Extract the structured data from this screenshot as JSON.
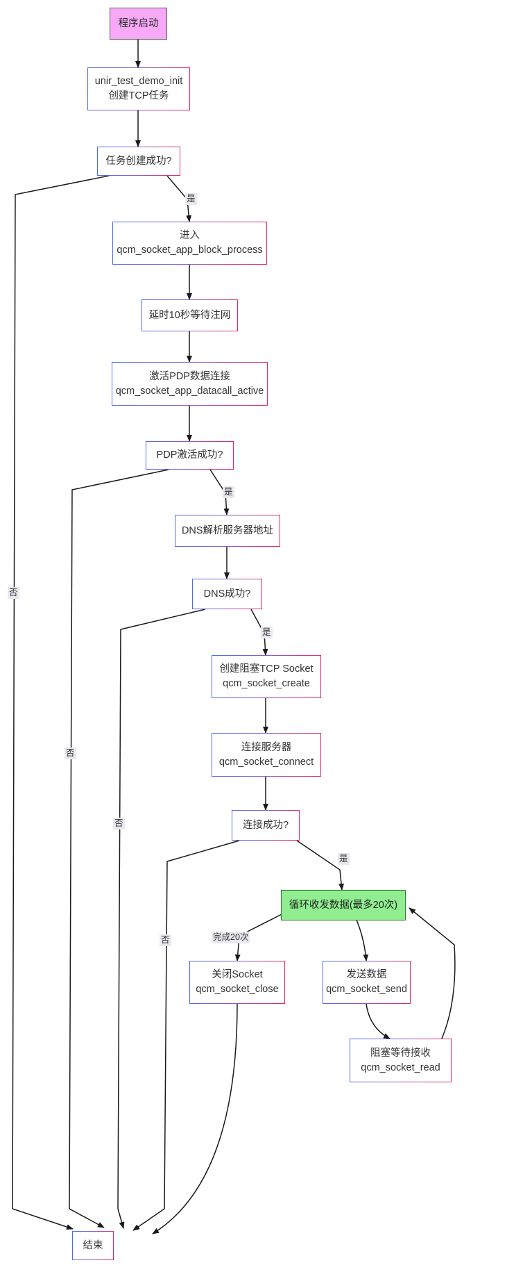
{
  "diagram": {
    "title": "TCP socket demo flowchart",
    "colors": {
      "start_fill": "#f7a8f7",
      "start_stroke": "#5c5c5c",
      "loop_fill": "#90ee90",
      "loop_stroke": "#2e7d32",
      "node_fill": "#ffffff",
      "node_stroke_left": "#4a6cf0",
      "node_stroke_right": "#e8245f",
      "edge": "#333333",
      "label_bg": "#e8e8f0",
      "text": "#333333"
    },
    "nodes": [
      {
        "id": "start",
        "type": "start",
        "lines": [
          "程序启动"
        ]
      },
      {
        "id": "init",
        "type": "proc",
        "lines": [
          "unir_test_demo_init",
          "创建TCP任务"
        ]
      },
      {
        "id": "taskok",
        "type": "proc",
        "lines": [
          "任务创建成功?"
        ]
      },
      {
        "id": "block",
        "type": "proc",
        "lines": [
          "进入",
          "qcm_socket_app_block_process"
        ]
      },
      {
        "id": "delay",
        "type": "proc",
        "lines": [
          "延时10秒等待注网"
        ]
      },
      {
        "id": "pdp",
        "type": "proc",
        "lines": [
          "激活PDP数据连接",
          "qcm_socket_app_datacall_active"
        ]
      },
      {
        "id": "pdpok",
        "type": "proc",
        "lines": [
          "PDP激活成功?"
        ]
      },
      {
        "id": "dns",
        "type": "proc",
        "lines": [
          "DNS解析服务器地址"
        ]
      },
      {
        "id": "dnsok",
        "type": "proc",
        "lines": [
          "DNS成功?"
        ]
      },
      {
        "id": "create",
        "type": "proc",
        "lines": [
          "创建阻塞TCP Socket",
          "qcm_socket_create"
        ]
      },
      {
        "id": "connect",
        "type": "proc",
        "lines": [
          "连接服务器",
          "qcm_socket_connect"
        ]
      },
      {
        "id": "connok",
        "type": "proc",
        "lines": [
          "连接成功?"
        ]
      },
      {
        "id": "loop",
        "type": "loop",
        "lines": [
          "循环收发数据(最多20次)"
        ]
      },
      {
        "id": "close",
        "type": "proc",
        "lines": [
          "关闭Socket",
          "qcm_socket_close"
        ]
      },
      {
        "id": "send",
        "type": "proc",
        "lines": [
          "发送数据",
          "qcm_socket_send"
        ]
      },
      {
        "id": "read",
        "type": "proc",
        "lines": [
          "阻塞等待接收",
          "qcm_socket_read"
        ]
      },
      {
        "id": "end",
        "type": "proc",
        "lines": [
          "结束"
        ]
      }
    ],
    "edge_labels": [
      {
        "id": "yes1",
        "text": "是"
      },
      {
        "id": "yes2",
        "text": "是"
      },
      {
        "id": "yes3",
        "text": "是"
      },
      {
        "id": "yes4",
        "text": "是"
      },
      {
        "id": "no1",
        "text": "否"
      },
      {
        "id": "no2",
        "text": "否"
      },
      {
        "id": "no3",
        "text": "否"
      },
      {
        "id": "no4",
        "text": "否"
      },
      {
        "id": "done20",
        "text": "完成20次"
      }
    ]
  }
}
